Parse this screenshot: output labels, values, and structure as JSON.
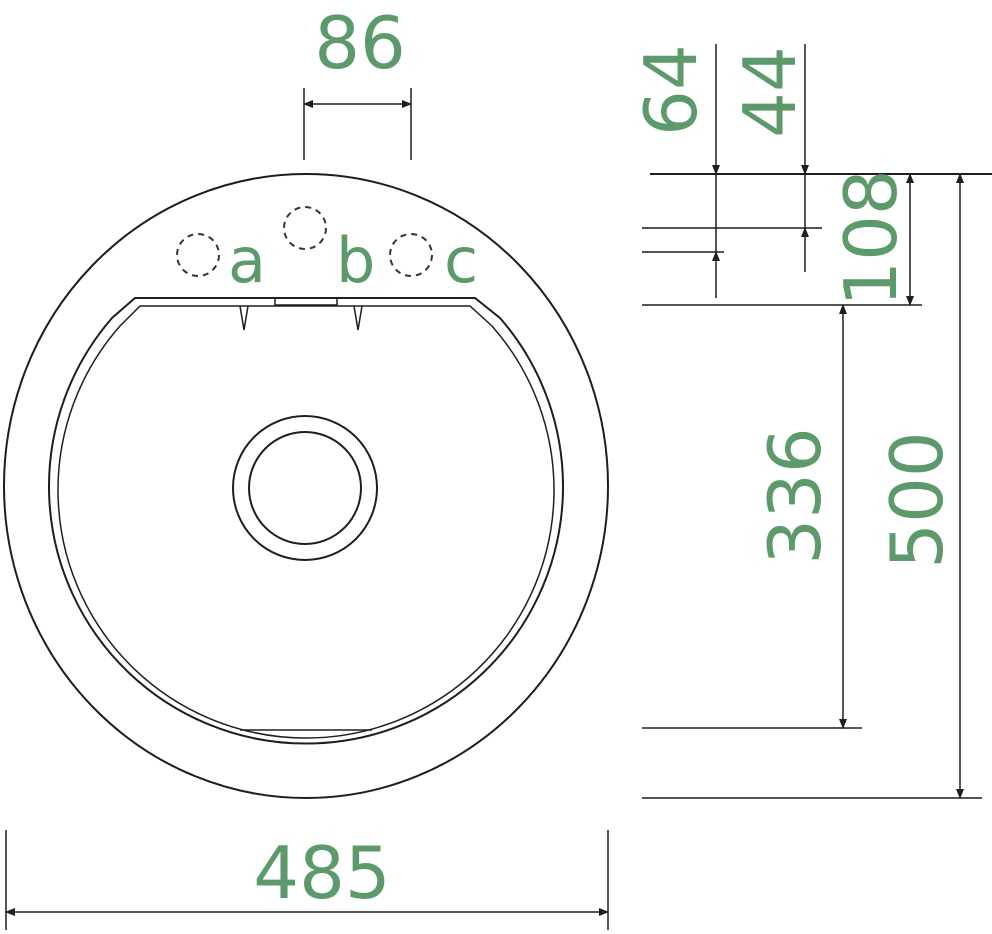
{
  "colors": {
    "dimension_text": "#5c9a6c",
    "lines": "#1e1e1e"
  },
  "dimensions": {
    "tap_spacing": "86",
    "overall_width": "485",
    "depth_64": "64",
    "depth_44": "44",
    "rim_108": "108",
    "bowl_336": "336",
    "overall_500": "500"
  },
  "tap_holes": [
    "a",
    "b",
    "c"
  ]
}
